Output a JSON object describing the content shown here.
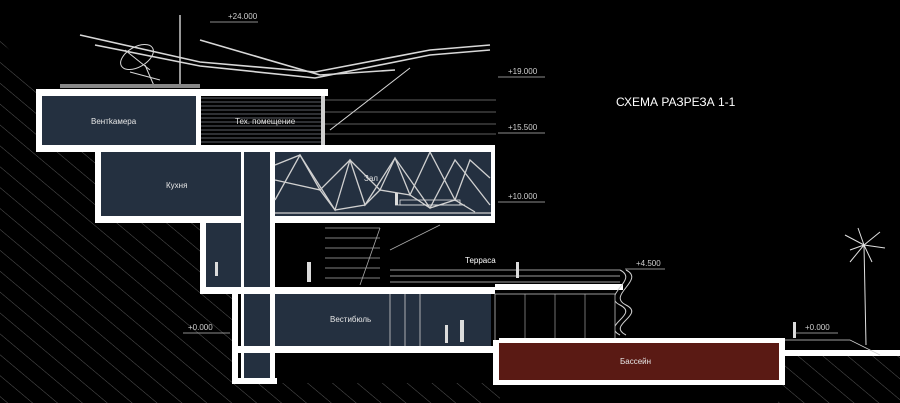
{
  "title": "СХЕМА РАЗРЕЗА 1-1",
  "elevations": {
    "top": "+24.000",
    "level_19": "+19.000",
    "level_15_5": "+15.500",
    "level_10": "+10.000",
    "level_4_5": "+4.500",
    "ground_left": "+0.000",
    "ground_right": "+0.000"
  },
  "rooms": {
    "ventkamera": "Вентkамера",
    "tech_room": "Тех. помещение",
    "kitchen": "Кухня",
    "hall": "Зал",
    "terrace": "Терраса",
    "lobby": "Вестибюль",
    "pool": "Бассейн"
  },
  "colors": {
    "background": "#000000",
    "slab": "#ffffff",
    "room_fill": "#243040",
    "pool_fill": "#5a1a14",
    "line": "#bfbfbf"
  }
}
